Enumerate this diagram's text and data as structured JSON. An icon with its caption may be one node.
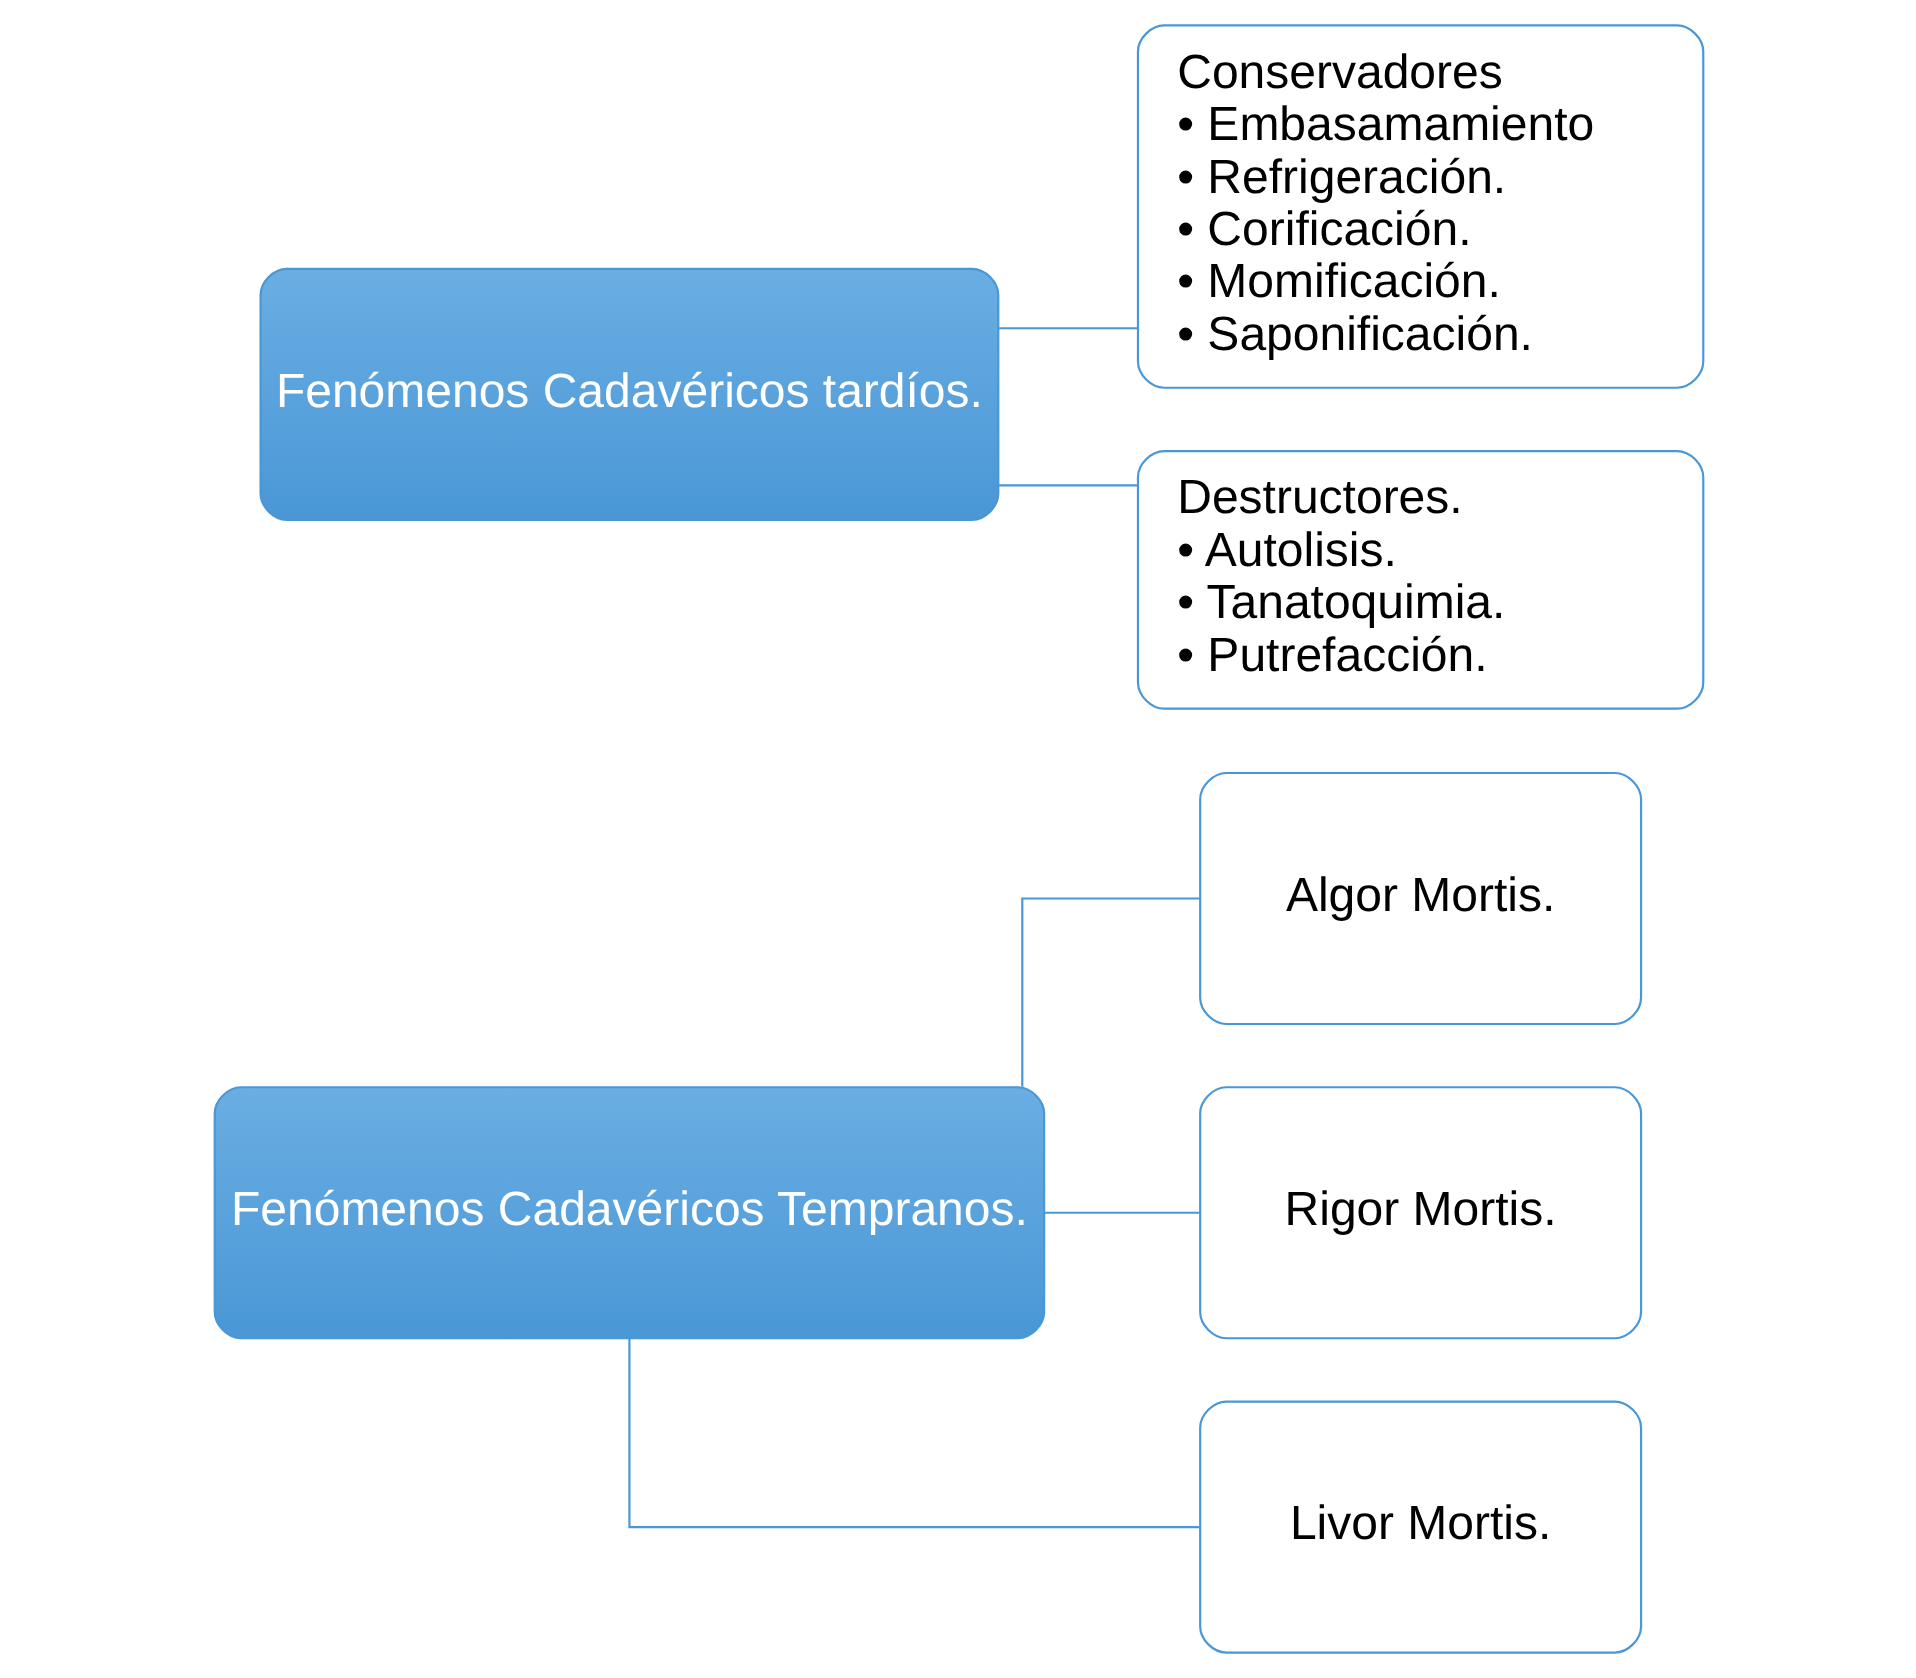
{
  "diagram": {
    "nodes": [
      {
        "text": [
          "Fenómenos Cadavéricos Tempranos."
        ]
      },
      {
        "text": [
          "Algor Mortis."
        ]
      },
      {
        "text": [
          "Rigor Mortis."
        ]
      },
      {
        "text": [
          "Livor Mortis."
        ]
      },
      {
        "text": [
          "Fenómenos Cadavéricos tardíos."
        ]
      },
      {
        "text": [
          "Conservadores",
          "• Embasamamiento",
          "• Refrigeración.",
          "• Corificación.",
          "• Momificación.",
          "• Saponificación."
        ]
      },
      {
        "text": [
          "Destructores.",
          "• Autolisis.",
          "• Tanatoquimia.",
          "• Putrefacción."
        ]
      }
    ],
    "edges": [
      {
        "from": 0,
        "to": 1,
        "arrow": "none"
      },
      {
        "from": 0,
        "to": 2,
        "arrow": "none"
      },
      {
        "from": 0,
        "to": 3,
        "arrow": "none"
      },
      {
        "from": 4,
        "to": 5,
        "arrow": "none"
      },
      {
        "from": 4,
        "to": 6,
        "arrow": "none"
      }
    ]
  }
}
